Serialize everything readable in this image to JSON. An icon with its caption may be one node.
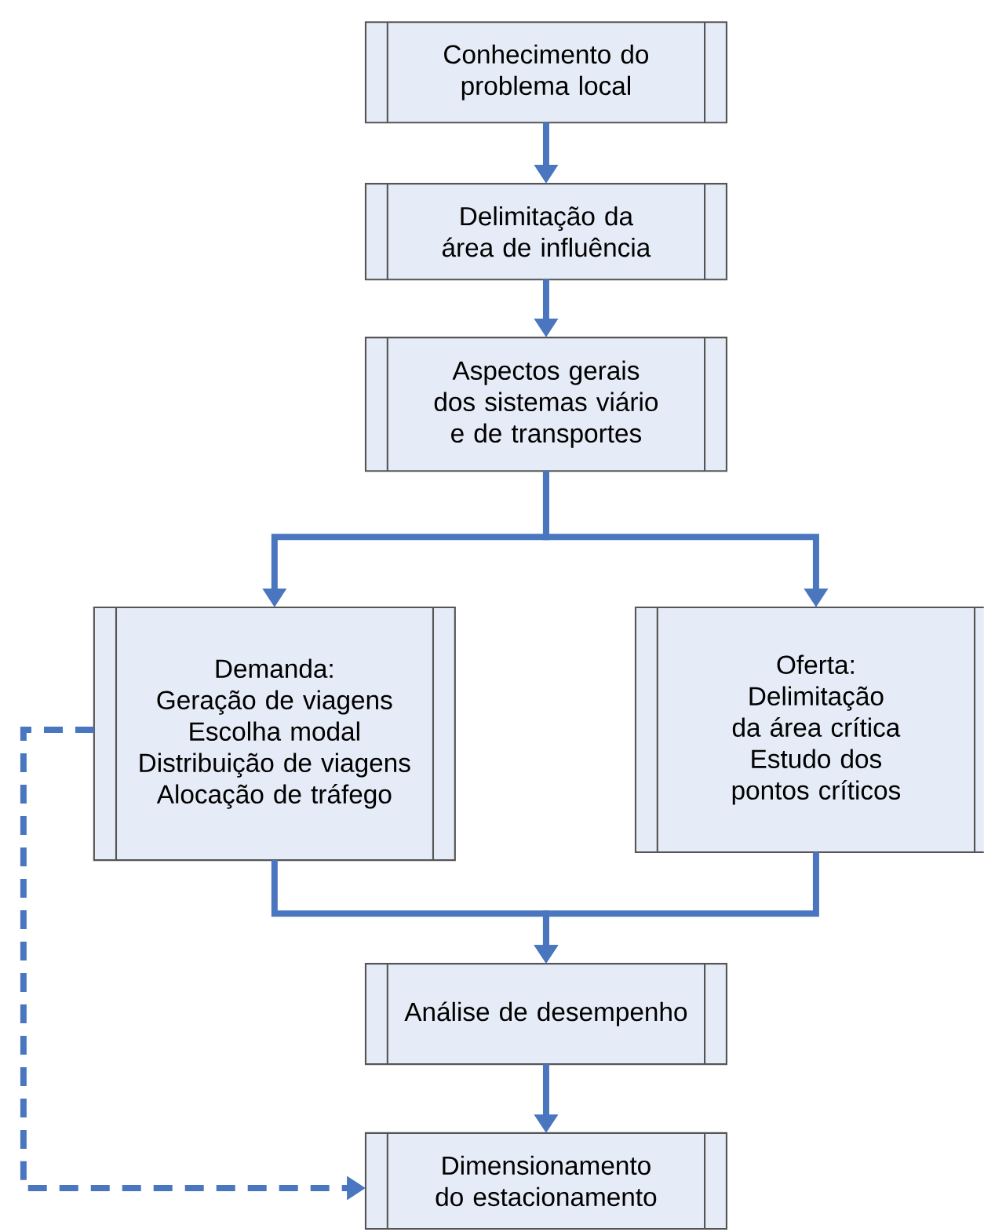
{
  "diagram": {
    "nodes": [
      {
        "text": [
          "Conhecimento do problema local"
        ]
      },
      {
        "text": [
          "Delimitação da área de influência"
        ]
      },
      {
        "text": [
          "Aspectos gerais dos sistemas viário e de transportes"
        ]
      },
      {
        "text": [
          "Demanda:",
          "Geração de viagens",
          "Escolha modal",
          "Distribuição de viagens",
          "Alocação de tráfego"
        ]
      },
      {
        "text": [
          "Oferta:",
          "Delimitação da área crítica",
          "Estudo dos pontos críticos"
        ]
      },
      {
        "text": [
          "Análise de desempenho"
        ]
      },
      {
        "text": [
          "Dimensionamento do estacionamento"
        ]
      }
    ],
    "edges": [
      {
        "from": 0,
        "to": 1,
        "arrow": "to"
      },
      {
        "from": 1,
        "to": 2,
        "arrow": "to"
      },
      {
        "from": 2,
        "to": 3,
        "arrow": "to"
      },
      {
        "from": 2,
        "to": 4,
        "arrow": "to"
      },
      {
        "from": 3,
        "to": 5,
        "arrow": "to"
      },
      {
        "from": 4,
        "to": 5,
        "arrow": "to"
      },
      {
        "from": 5,
        "to": 6,
        "arrow": "to"
      },
      {
        "from": 3,
        "to": 6,
        "arrow": "to",
        "style": "dashed"
      }
    ]
  }
}
